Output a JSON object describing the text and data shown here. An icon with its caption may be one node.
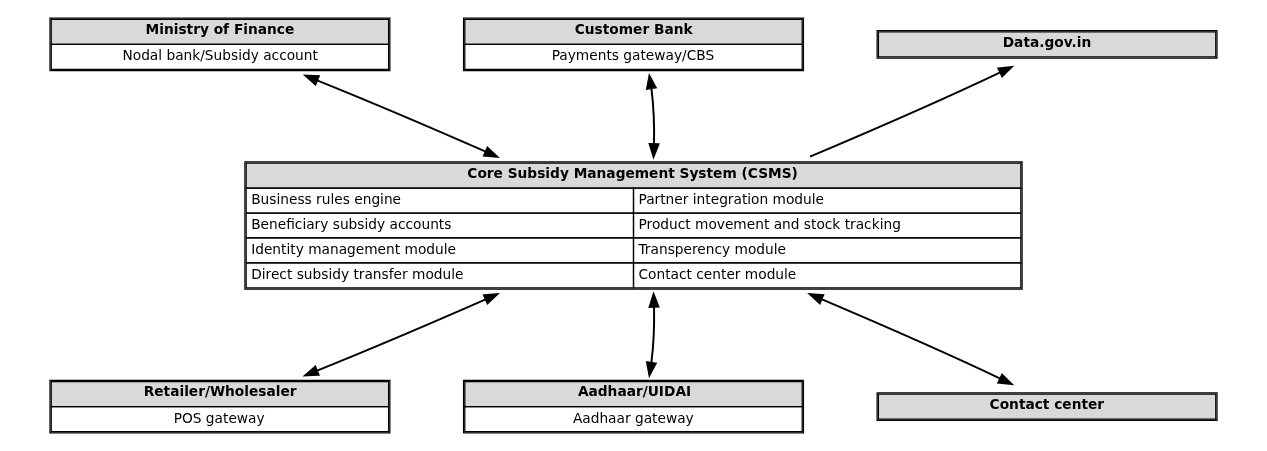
{
  "diagram": {
    "nodes": [
      {
        "text": [
          "Ministry of Finance",
          "Nodal bank/Subsidy account"
        ]
      },
      {
        "text": [
          "Customer Bank",
          "Payments gateway/CBS"
        ]
      },
      {
        "text": [
          "Data.gov.in"
        ]
      },
      {
        "text": [
          "Core Subsidy Management System (CSMS)",
          "Business rules engine",
          "Partner integration module",
          "Beneficiary subsidy accounts",
          "Product movement and stock tracking",
          "Identity management module",
          "Transperency module",
          "Direct subsidy transfer module",
          "Contact center module"
        ]
      },
      {
        "text": [
          "Retailer/Wholesaler",
          "POS gateway"
        ]
      },
      {
        "text": [
          "Aadhaar/UIDAI",
          "Aadhaar gateway"
        ]
      },
      {
        "text": [
          "Contact center"
        ]
      }
    ],
    "edges": [
      {
        "from": 0,
        "to": 3,
        "arrow": "both"
      },
      {
        "from": 1,
        "to": 3,
        "arrow": "both"
      },
      {
        "from": 3,
        "to": 2,
        "arrow": "to"
      },
      {
        "from": 3,
        "to": 4,
        "arrow": "both"
      },
      {
        "from": 3,
        "to": 5,
        "arrow": "both"
      },
      {
        "from": 3,
        "to": 6,
        "arrow": "both"
      }
    ]
  }
}
